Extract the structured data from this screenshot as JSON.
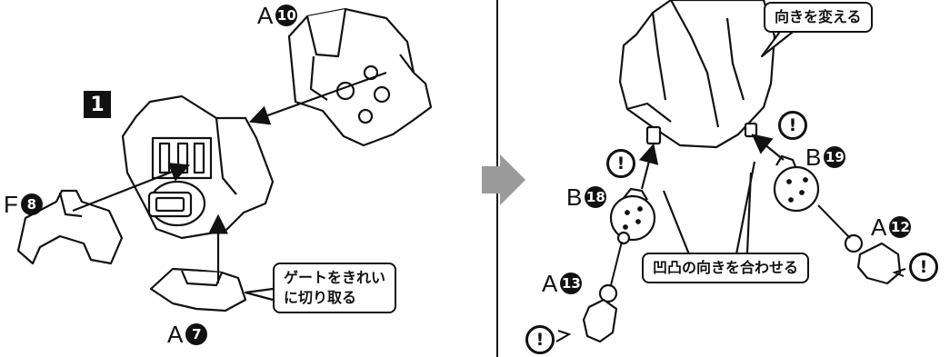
{
  "step_number": "1",
  "labels": {
    "a10": {
      "letter": "A",
      "num": "10"
    },
    "f8": {
      "letter": "F",
      "num": "8"
    },
    "a7": {
      "letter": "A",
      "num": "7"
    },
    "b18": {
      "letter": "B",
      "num": "18"
    },
    "b19": {
      "letter": "B",
      "num": "19"
    },
    "a12": {
      "letter": "A",
      "num": "12"
    },
    "a13": {
      "letter": "A",
      "num": "13"
    }
  },
  "callouts": {
    "gate_line1": "ゲートをきれい",
    "gate_line2": "に切り取る",
    "change_direction": "向きを変える",
    "align_notches": "凹凸の向きを合わせる"
  },
  "caution_mark": "!"
}
